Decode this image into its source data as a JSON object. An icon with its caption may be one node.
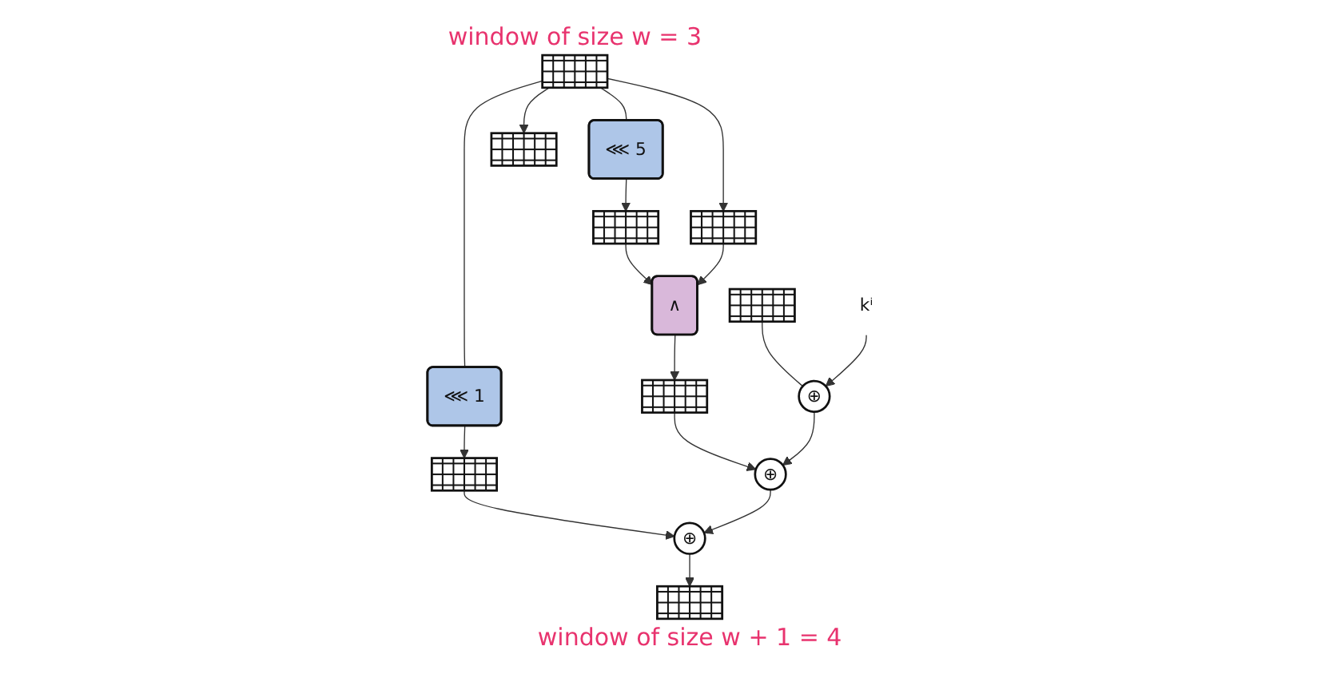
{
  "diagram": {
    "nodes": [
      {
        "text": [],
        "shape": "bar",
        "beside": [
          "window of size w = 3"
        ]
      },
      {
        "text": [
          "⋘ 5"
        ]
      },
      {
        "text": [],
        "shape": "bar"
      },
      {
        "text": [
          "∧"
        ]
      },
      {
        "text": [],
        "shape": "bar"
      },
      {
        "text": [],
        "shape": "bar"
      },
      {
        "text": [
          "⋘ 1"
        ]
      },
      {
        "text": [],
        "shape": "bar"
      },
      {
        "text": [],
        "shape": "bar"
      },
      {
        "text": [
          "⊕"
        ]
      },
      {
        "text": [
          "kⁱ"
        ]
      },
      {
        "text": [
          "⊕"
        ]
      },
      {
        "text": [
          "⊕"
        ]
      },
      {
        "text": [],
        "shape": "bar",
        "beside": [
          "window of size w + 1 = 4"
        ]
      },
      {
        "text": [],
        "shape": "bar"
      }
    ],
    "edges": [
      {
        "from": 0,
        "to": 1,
        "arrow": "none"
      },
      {
        "from": 1,
        "to": 2,
        "arrow": "to"
      },
      {
        "from": 0,
        "to": 5,
        "arrow": "to"
      },
      {
        "from": 0,
        "to": 6,
        "arrow": "none"
      },
      {
        "from": 2,
        "to": 3,
        "arrow": "to"
      },
      {
        "from": 5,
        "to": 3,
        "arrow": "to"
      },
      {
        "from": 3,
        "to": 4,
        "arrow": "to"
      },
      {
        "from": 4,
        "to": 11,
        "arrow": "to"
      },
      {
        "from": 8,
        "to": 9,
        "arrow": "none"
      },
      {
        "from": 10,
        "to": 9,
        "arrow": "to"
      },
      {
        "from": 9,
        "to": 11,
        "arrow": "to"
      },
      {
        "from": 6,
        "to": 7,
        "arrow": "to"
      },
      {
        "from": 7,
        "to": 12,
        "arrow": "to"
      },
      {
        "from": 11,
        "to": 12,
        "arrow": "to"
      },
      {
        "from": 0,
        "to": 14,
        "arrow": "to"
      },
      {
        "from": 12,
        "to": 13,
        "arrow": "to"
      }
    ]
  }
}
